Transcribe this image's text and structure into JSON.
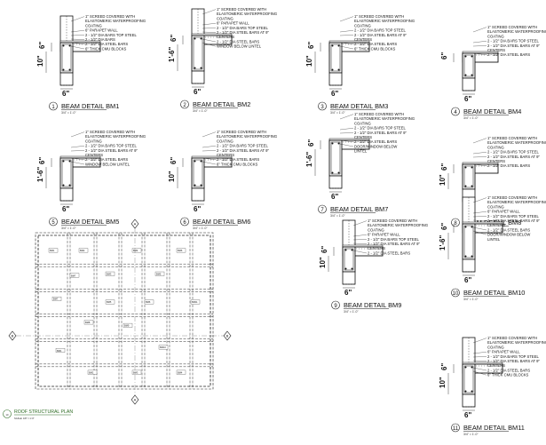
{
  "sheet": {
    "details": [
      {
        "id": "bm1",
        "num": "1",
        "title": "BEAM DETAIL BM1",
        "scale": "3/4\" = 1'-0\"",
        "dim_top": "6\"",
        "dim_left": "10\"",
        "dim_bottom": "6\"",
        "notes": [
          "1\" SCREED COVERED WITH",
          "ELASTOMERIC WATERPROOFING",
          "COATING",
          "6\" PARAPET WALL",
          "2 - 1/2\" DIA BARS TOP STEEL",
          "2 - 1/2\" DIA BARS",
          "2 - 1/2\" DIA STEEL BARS",
          "6\" THICK CMU BLOCKS"
        ]
      },
      {
        "id": "bm2",
        "num": "2",
        "title": "BEAM DETAIL BM2",
        "scale": "3/4\" = 1'-0\"",
        "dim_top": "6\"",
        "dim_left": "1'-6\"",
        "dim_bottom": "6\"",
        "notes": [
          "1\" SCREED COVERED WITH",
          "ELASTOMERIC WATERPROOFING",
          "COATING",
          "6\" PARAPET WALL",
          "2 - 1/2\" DIA BARS TOP STEEL",
          "2 - 1/2\" DIA STEEL BARS AT 9\"",
          "CENTERS",
          "2 - 1/2\" DIA STEEL BARS",
          "WINDOW BELOW LINTEL"
        ]
      },
      {
        "id": "bm3",
        "num": "3",
        "title": "BEAM DETAIL BM3",
        "scale": "3/4\" = 1'-0\"",
        "dim_top": "6\"",
        "dim_left": "10\"",
        "dim_bottom": "6\"",
        "notes": [
          "1\" SCREED COVERED WITH",
          "ELASTOMERIC WATERPROOFING",
          "COATING",
          "2 - 1/2\" DIA BARS TOP STEEL",
          "2 - 1/2\" DIA STEEL BARS AT 9\"",
          "CENTERS",
          "2 - 1/2\" DIA STEEL BARS",
          "6\" THICK CMU BLOCKS"
        ]
      },
      {
        "id": "bm4",
        "num": "4",
        "title": "BEAM DETAIL BM4",
        "scale": "3/4\" = 1'-0\"",
        "dim_top": "6\"",
        "dim_left": "",
        "dim_bottom": "6\"",
        "notes": [
          "1\" SCREED COVERED WITH",
          "ELASTOMERIC WATERPROOFING",
          "COATING",
          "2 - 1/2\" DIA BARS TOP STEEL",
          "2 - 1/2\" DIA STEEL BARS AT 9\"",
          "CENTERS",
          "2 - 1/2\" DIA STEEL BARS"
        ]
      },
      {
        "id": "bm5",
        "num": "5",
        "title": "BEAM DETAIL BM5",
        "scale": "3/4\" = 1'-0\"",
        "dim_top": "6\"",
        "dim_left": "1'-6\"",
        "dim_bottom": "6\"",
        "notes": [
          "1\" SCREED COVERED WITH",
          "ELASTOMERIC WATERPROOFING",
          "COATING",
          "2 - 1/2\" DIA BARS TOP STEEL",
          "2 - 1/2\" DIA STEEL BARS AT 9\"",
          "CENTERS",
          "2 - 1/2\" DIA STEEL BARS",
          "WINDOW BELOW LINTEL"
        ]
      },
      {
        "id": "bm6",
        "num": "6",
        "title": "BEAM DETAIL BM6",
        "scale": "3/4\" = 1'-0\"",
        "dim_top": "6\"",
        "dim_left": "10\"",
        "dim_bottom": "6\"",
        "notes": [
          "1\" SCREED COVERED WITH",
          "ELASTOMERIC WATERPROOFING",
          "COATING",
          "2 - 1/2\" DIA BARS TOP STEEL",
          "2 - 1/2\" DIA STEEL BARS AT 9\"",
          "CENTERS",
          "2 - 1/2\" DIA STEEL BARS",
          "6\" THICK CMU BLOCKS"
        ]
      },
      {
        "id": "bm7",
        "num": "7",
        "title": "BEAM DETAIL BM7",
        "scale": "3/4\" = 1'-0\"",
        "dim_top": "6\"",
        "dim_left": "1'-6\"",
        "dim_bottom": "6\"",
        "notes": [
          "1\" SCREED COVERED WITH",
          "ELASTOMERIC WATERPROOFING",
          "COATING",
          "2 - 1/2\" DIA BARS TOP STEEL",
          "2 - 1/2\" DIA STEEL BARS AT 9\"",
          "CENTERS",
          "2 - 1/2\" DIA STEEL BARS",
          "DOOR/WINDOW BELOW",
          "LINTEL"
        ]
      },
      {
        "id": "bm8",
        "num": "8",
        "title": "BEAM DETAIL BM8",
        "scale": "3/4\" = 1'-0\"",
        "dim_top": "6\"",
        "dim_left": "10\"",
        "dim_bottom": "6\"",
        "notes": [
          "1\" SCREED COVERED WITH",
          "ELASTOMERIC WATERPROOFING",
          "COATING",
          "2 - 1/2\" DIA BARS TOP STEEL",
          "2 - 1/2\" DIA STEEL BARS AT 9\"",
          "CENTERS",
          "2 - 1/2\" DIA STEEL BARS"
        ]
      },
      {
        "id": "bm9",
        "num": "9",
        "title": "BEAM DETAIL BM9",
        "scale": "3/4\" = 1'-0\"",
        "dim_top": "6\"",
        "dim_left": "10\"",
        "dim_bottom": "6\"",
        "notes": [
          "1\" SCREED COVERED WITH",
          "ELASTOMERIC WATERPROOFING",
          "COATING",
          "6\" PARAPET WALL",
          "2 - 1/2\" DIA BARS TOP STEEL",
          "2 - 1/2\" DIA STEEL BARS AT 9\"",
          "CENTERS",
          "2 - 1/2\" DIA STEEL BARS"
        ]
      },
      {
        "id": "bm10",
        "num": "10",
        "title": "BEAM DETAIL BM10",
        "scale": "3/4\" = 1'-0\"",
        "dim_top": "6\"",
        "dim_left": "1'-6\"",
        "dim_bottom": "6\"",
        "notes": [
          "1\" SCREED COVERED WITH",
          "ELASTOMERIC WATERPROOFING",
          "COATING",
          "6\" PARAPET WALL",
          "2 - 1/2\" DIA BARS TOP STEEL",
          "2 - 1/2\" DIA STEEL BARS AT 9\"",
          "CENTERS",
          "2 - 1/2\" DIA STEEL BARS",
          "DOOR/WINDOW BELOW",
          "LINTEL"
        ]
      },
      {
        "id": "bm11",
        "num": "11",
        "title": "BEAM DETAIL BM11",
        "scale": "3/4\" = 1'-0\"",
        "dim_top": "6\"",
        "dim_left": "10\"",
        "dim_bottom": "6\"",
        "notes": [
          "1\" SCREED COVERED WITH",
          "ELASTOMERIC WATERPROOFING",
          "COATING",
          "6\" PARAPET WALL",
          "2 - 1/2\" DIA BARS TOP STEEL",
          "2 - 1/2\" DIA STEEL BARS AT 9\"",
          "CENTERS",
          "2 - 1/2\" DIA STEEL BARS",
          "6\" THICK CMU BLOCKS"
        ]
      }
    ],
    "plan": {
      "num": "10",
      "title": "ROOF STRUCTURAL PLAN",
      "scale": "SCALE: 1/8\" = 1'-0\"",
      "grid_tags": [
        "A",
        "A",
        "B",
        "B"
      ],
      "beam_tags": [
        "BM1",
        "BM2",
        "BM3",
        "BM4",
        "BM5",
        "BM6",
        "BM7",
        "BM8",
        "BM9",
        "BM10",
        "BM11"
      ]
    }
  }
}
